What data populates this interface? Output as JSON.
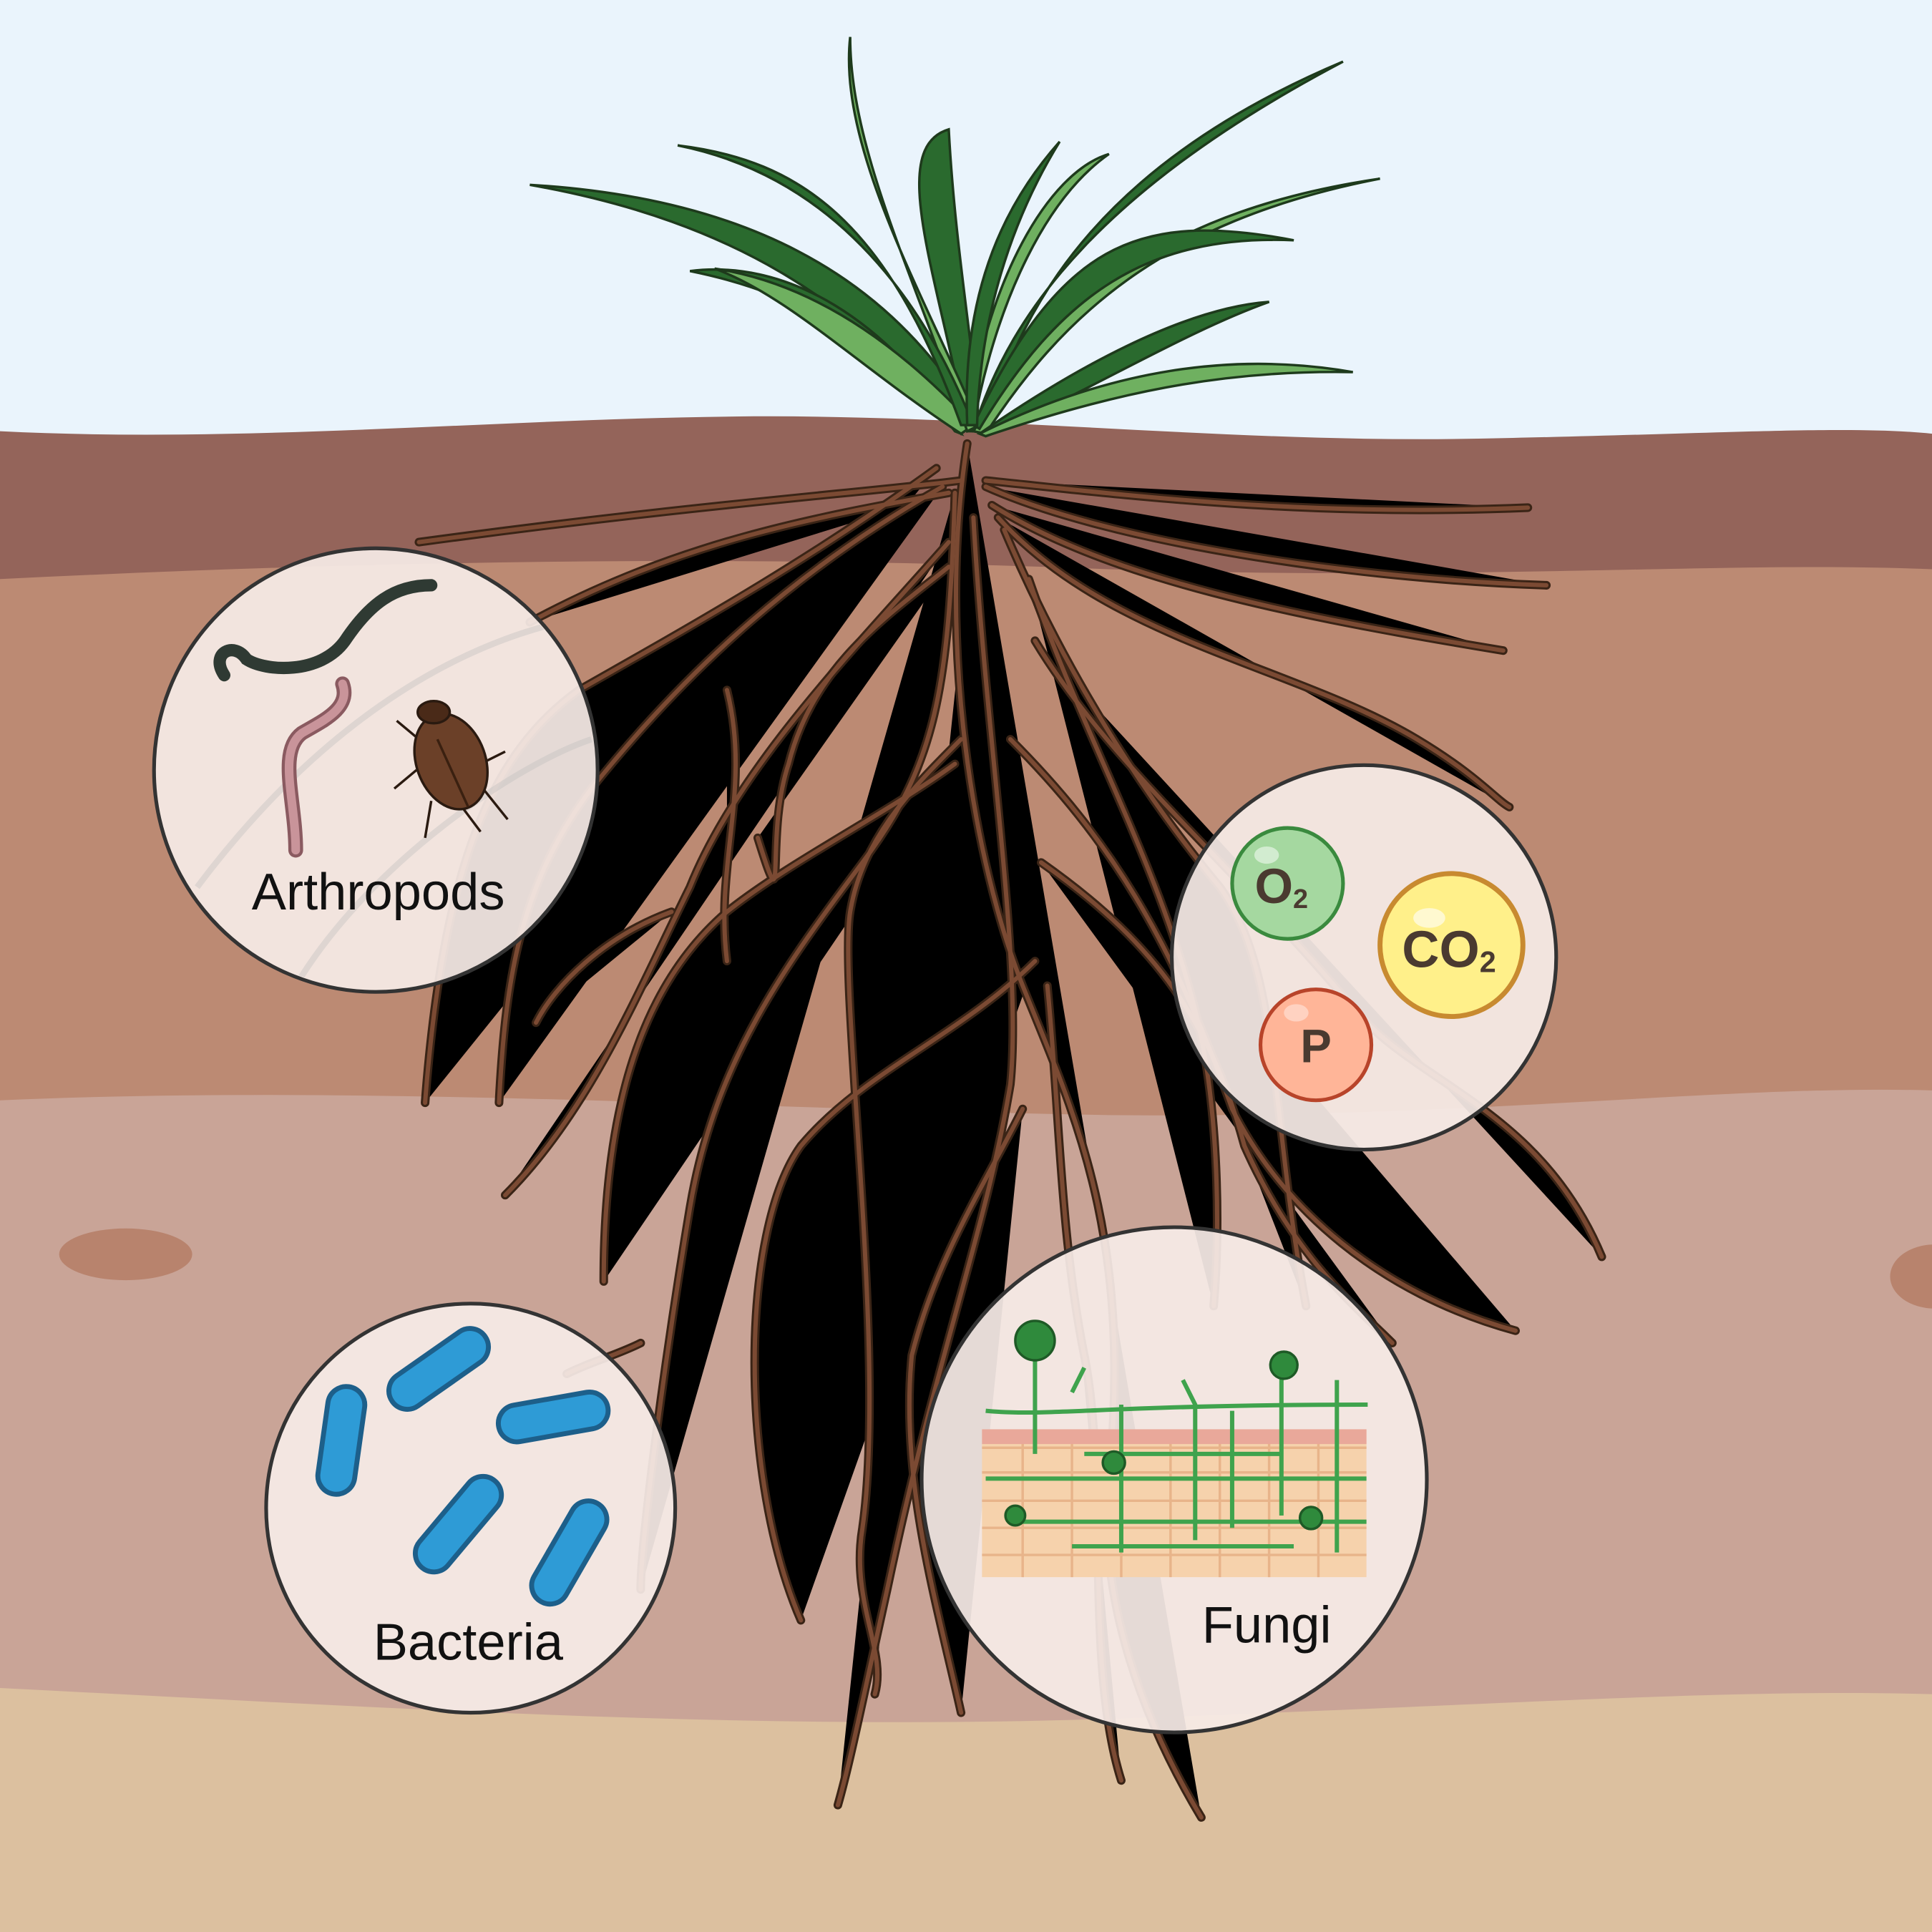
{
  "colors": {
    "sky": "#EAF4FC",
    "topsoil": "#94645A",
    "subsoil": "#BC8A73",
    "lower_soil": "#C9A497",
    "bedrock": "#DCC09F",
    "root": "#7B4A33",
    "leaf_dark": "#2A6A2E",
    "leaf_light": "#6FB060",
    "bacteria": "#2E9BD6",
    "fungi": "#3FA34D",
    "o2": "#A5D8A0",
    "co2": "#FFF08A",
    "p": "#FFB598"
  },
  "panels": {
    "arthropods": {
      "label": "Arthropods",
      "icons": [
        "nematode-icon",
        "earthworm-icon",
        "beetle-icon"
      ]
    },
    "nutrients": {
      "o2": {
        "base": "O",
        "sub": "2"
      },
      "co2": {
        "base": "CO",
        "sub": "2"
      },
      "p": {
        "base": "P"
      }
    },
    "bacteria": {
      "label": "Bacteria",
      "icons": [
        "bacterium-icon"
      ]
    },
    "fungi": {
      "label": "Fungi",
      "icons": [
        "mycelium-icon",
        "root-cells-icon"
      ]
    }
  }
}
